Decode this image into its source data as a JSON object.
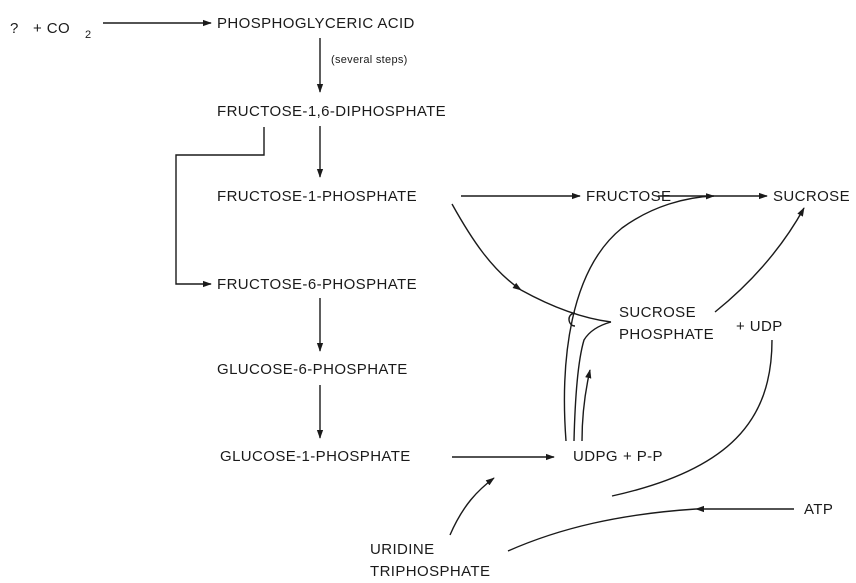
{
  "nodes": {
    "unknown": "?",
    "plus_co2": "+ CO",
    "co2_subscript": "2",
    "pga": "PHOSPHOGLYCERIC ACID",
    "several_steps": "(several steps)",
    "f16dp": "FRUCTOSE-1,6-DIPHOSPHATE",
    "f1p": "FRUCTOSE-1-PHOSPHATE",
    "fructose": "FRUCTOSE",
    "sucrose": "SUCROSE",
    "f6p": "FRUCTOSE-6-PHOSPHATE",
    "sucrose_phosphate_line1": "SUCROSE",
    "sucrose_phosphate_line2": "PHOSPHATE",
    "plus_udp": "+ UDP",
    "g6p": "GLUCOSE-6-PHOSPHATE",
    "g1p": "GLUCOSE-1-PHOSPHATE",
    "udpg": "UDPG",
    "plus_pp": "+ P-P",
    "atp": "ATP",
    "utp_line1": "URIDINE",
    "utp_line2": "TRIPHOSPHATE"
  }
}
